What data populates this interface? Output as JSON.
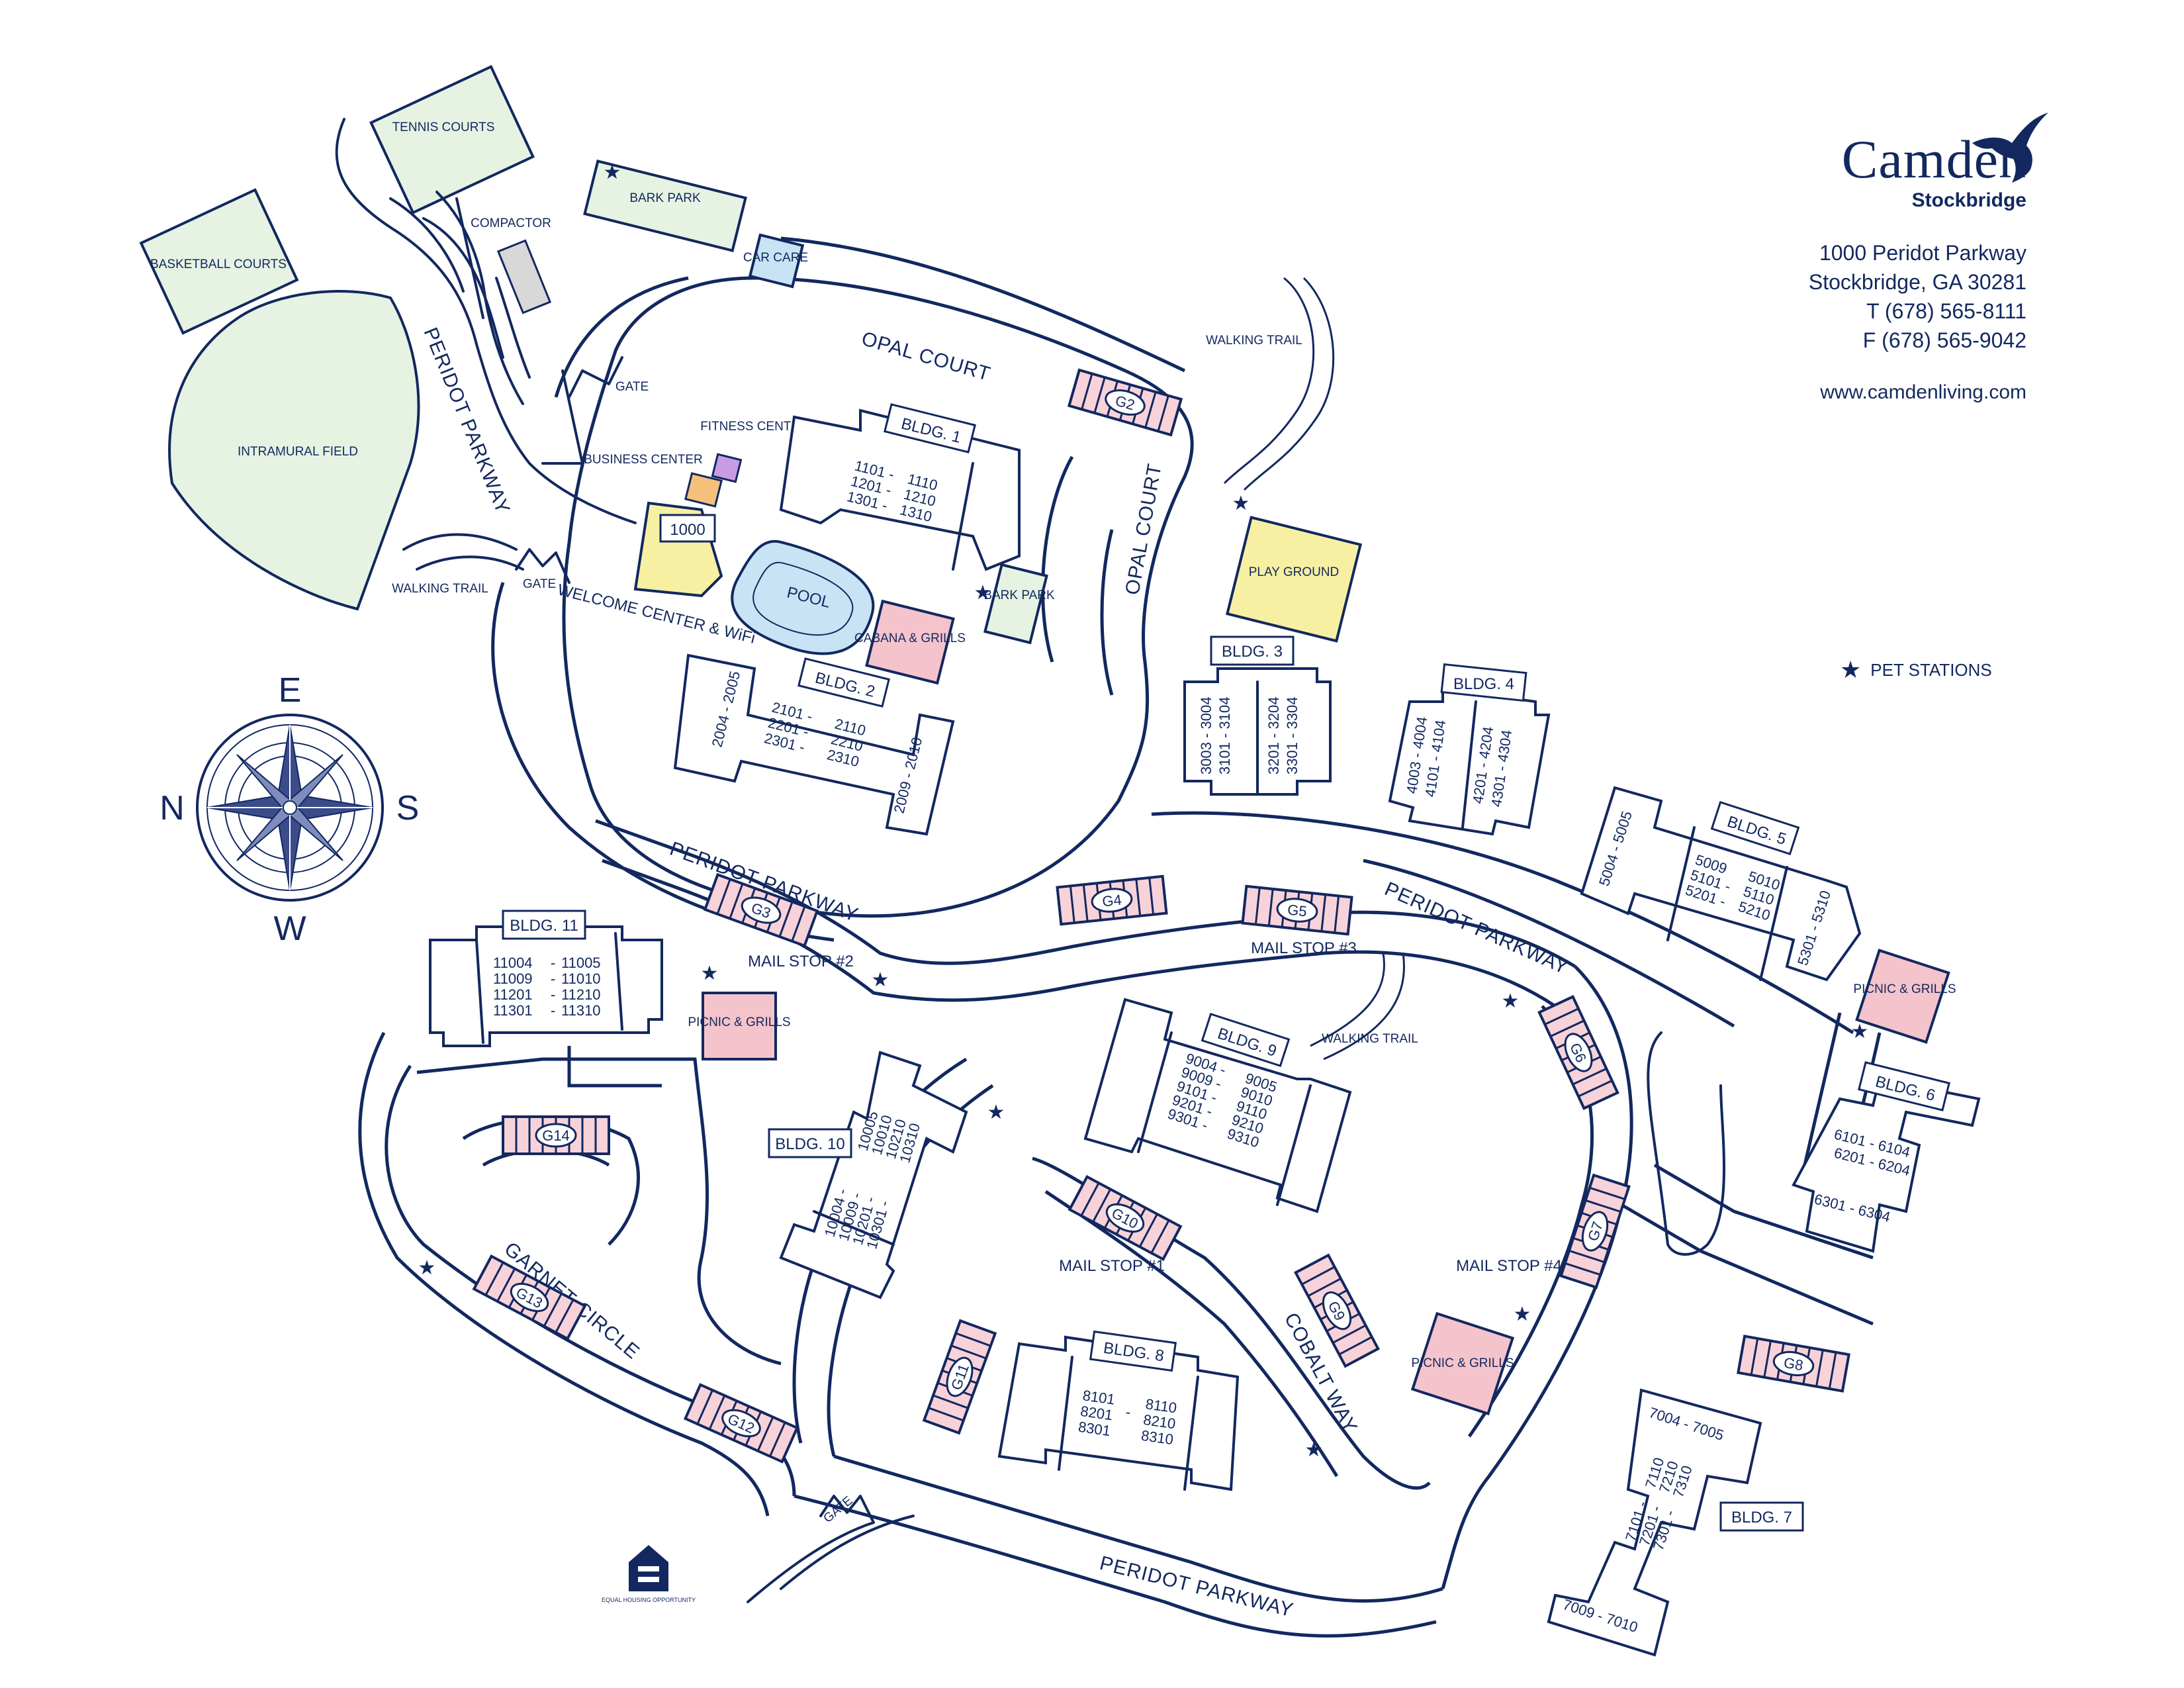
{
  "brand": {
    "name": "Camden",
    "community": "Stockbridge",
    "address_line1": "1000 Peridot Parkway",
    "address_line2": "Stockbridge, GA  30281",
    "phone": "T (678) 565-8111",
    "fax": "F (678) 565-9042",
    "website": "www.camdenliving.com",
    "logo_icon": "hummingbird-icon"
  },
  "legend": {
    "pet_stations": "PET STATIONS",
    "icon": "star-icon"
  },
  "compass": {
    "north": "N",
    "east": "E",
    "south": "S",
    "west": "W"
  },
  "colors": {
    "ink": "#12285f",
    "green": "#e6f3e3",
    "yellow": "#f7f0a2",
    "pink": "#f5c3cb",
    "blue": "#c8e3f4"
  },
  "amenities": {
    "tennis": "TENNIS COURTS",
    "basketball": "BASKETBALL COURTS",
    "compactor": "COMPACTOR",
    "intramural": "INTRAMURAL FIELD",
    "bark_park_top": "BARK PARK",
    "car_care": "CAR CARE",
    "fitness": "FITNESS CENTER",
    "business": "BUSINESS CENTER",
    "office_number": "1000",
    "welcome": "WELCOME CENTER & WiFi",
    "pool": "POOL",
    "cabana": "CABANA & GRILLS",
    "bark_park_mid": "BARK PARK",
    "playground": "PLAY GROUND",
    "picnic_1": "PICNIC & GRILLS",
    "picnic_2": "PICNIC & GRILLS",
    "picnic_3": "PICNIC & GRILLS",
    "walking_trail_1": "WALKING TRAIL",
    "walking_trail_2": "WALKING TRAIL",
    "walking_trail_3": "WALKING TRAIL",
    "gate_1": "GATE",
    "gate_2": "GATE",
    "gate_3": "GATE",
    "equal_housing": "EQUAL HOUSING OPPORTUNITY"
  },
  "roads": {
    "peridot_left": "PERIDOT PARKWAY",
    "opal_top": "OPAL COURT",
    "opal_right": "OPAL COURT",
    "peridot_mid": "PERIDOT PARKWAY",
    "peridot_right": "PERIDOT PARKWAY",
    "garnet": "GARNET CIRCLE",
    "cobalt": "COBALT WAY",
    "peridot_bottom": "PERIDOT PARKWAY"
  },
  "mail_stops": {
    "m1": "MAIL STOP #1",
    "m2": "MAIL STOP #2",
    "m3": "MAIL STOP #3",
    "m4": "MAIL STOP #4"
  },
  "garages": [
    "G2",
    "G3",
    "G4",
    "G5",
    "G6",
    "G7",
    "G8",
    "G9",
    "G10",
    "G11",
    "G12",
    "G13",
    "G14"
  ],
  "buildings": {
    "b1": {
      "label": "BLDG. 1",
      "units_a": [
        "1101 -",
        "1201 -",
        "1301 -"
      ],
      "units_b": [
        "1110",
        "1210",
        "1310"
      ]
    },
    "b2": {
      "label": "BLDG. 2",
      "units_a": [
        "2101 -",
        "2201 -",
        "2301 -"
      ],
      "units_b": [
        "2110",
        "2210",
        "2310"
      ],
      "end_a": "2004 - 2005",
      "end_b": "2009 - 2010"
    },
    "b3": {
      "label": "BLDG. 3",
      "col_a": "3003 - 3004",
      "col_b": "3101 - 3104",
      "col_c": "3201 - 3204",
      "col_d": "3301 - 3304"
    },
    "b4": {
      "label": "BLDG. 4",
      "col_a": "4003 - 4004",
      "col_b": "4101 - 4104",
      "col_c": "4201 - 4204",
      "col_d": "4301 - 4304"
    },
    "b5": {
      "label": "BLDG. 5",
      "units_a": [
        "5009",
        "5101 -",
        "5201 -"
      ],
      "units_b": [
        "5010",
        "5110",
        "5210"
      ],
      "end_a": "5004 - 5005",
      "end_b": "5301 - 5310"
    },
    "b6": {
      "label": "BLDG. 6",
      "units": [
        "6101 - 6104",
        "6201 - 6204",
        "6301 - 6304"
      ]
    },
    "b7": {
      "label": "BLDG. 7",
      "top": "7004 - 7005",
      "units_a": [
        "7101 -",
        "7201 -",
        "7301 -"
      ],
      "units_b": [
        "7110",
        "7210",
        "7310"
      ],
      "bottom": "7009 - 7010"
    },
    "b8": {
      "label": "BLDG. 8",
      "units_a": [
        "8101",
        "8201",
        "8301"
      ],
      "units_b": [
        "8110",
        "8210",
        "8310"
      ]
    },
    "b9": {
      "label": "BLDG. 9",
      "units_a": [
        "9004 -",
        "9009 -",
        "9101 -",
        "9201 -",
        "9301 -"
      ],
      "units_b": [
        "9005",
        "9010",
        "9110",
        "9210",
        "9310"
      ]
    },
    "b10": {
      "label": "BLDG. 10",
      "units_a": [
        "10004 -",
        "10009 -",
        "10201 -",
        "10301 -"
      ],
      "units_b": [
        "10005",
        "10010",
        "10210",
        "10310"
      ]
    },
    "b11": {
      "label": "BLDG. 11",
      "units_a": [
        "11004",
        "11009",
        "11201",
        "11301"
      ],
      "units_b": [
        "11005",
        "11010",
        "11210",
        "11310"
      ]
    }
  }
}
